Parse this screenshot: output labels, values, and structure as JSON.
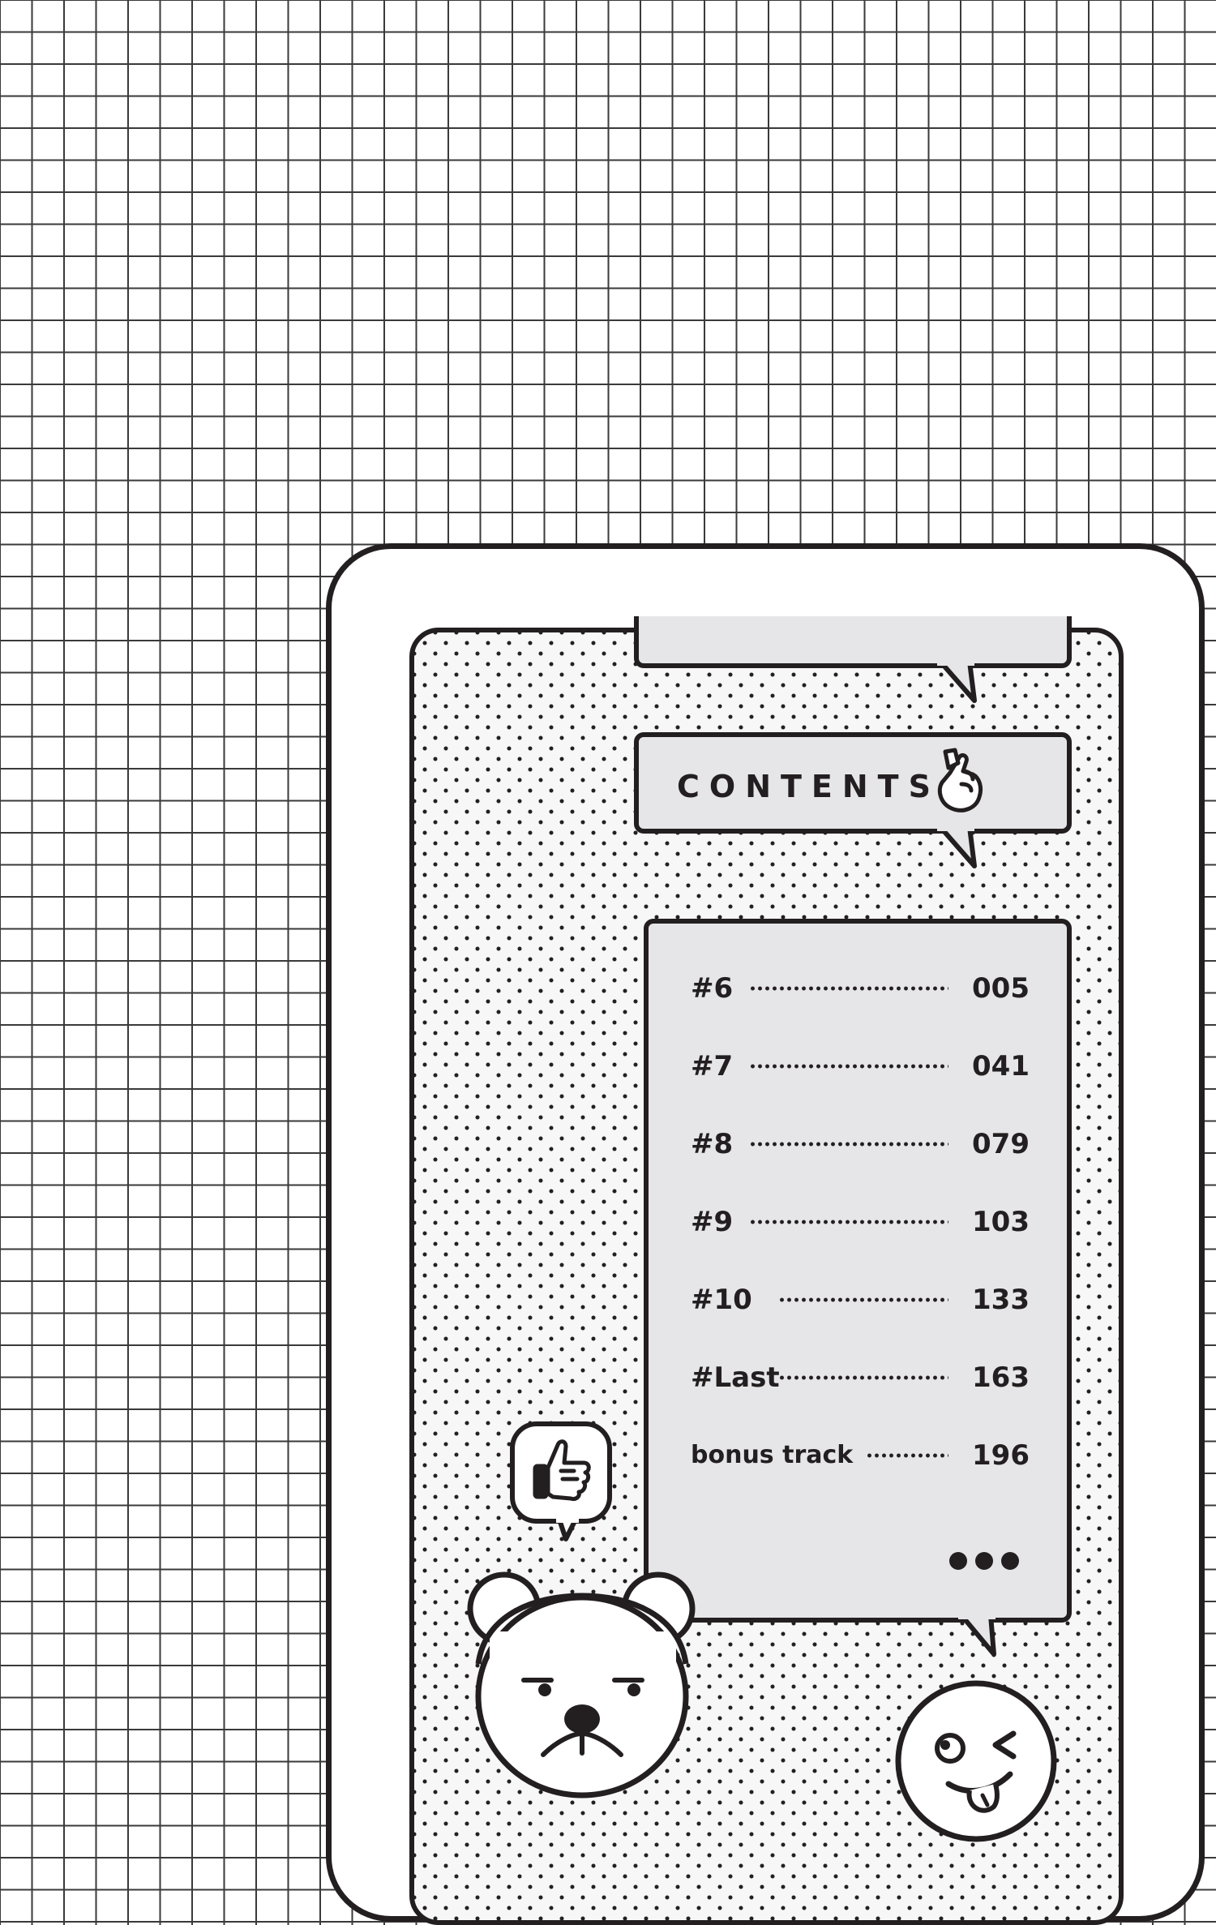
{
  "contents": {
    "title": "CONTENTS"
  },
  "toc": [
    {
      "label": "#6",
      "page": "005"
    },
    {
      "label": "#7",
      "page": "041"
    },
    {
      "label": "#8",
      "page": "079"
    },
    {
      "label": "#9",
      "page": "103"
    },
    {
      "label": "#10",
      "page": "133"
    },
    {
      "label": "#Last",
      "page": "163"
    },
    {
      "label": "bonus track",
      "page": "196"
    }
  ],
  "colors": {
    "ink": "#231f20",
    "bubble_fill": "#e6e6e8",
    "paper": "#ffffff"
  },
  "icons": {
    "contents_bubble": "finger-heart-icon",
    "reaction_bubble": "thumbs-up-icon",
    "more": "ellipsis-icon",
    "character_left": "bear-face-icon",
    "character_right": "winking-tongue-face-icon"
  }
}
